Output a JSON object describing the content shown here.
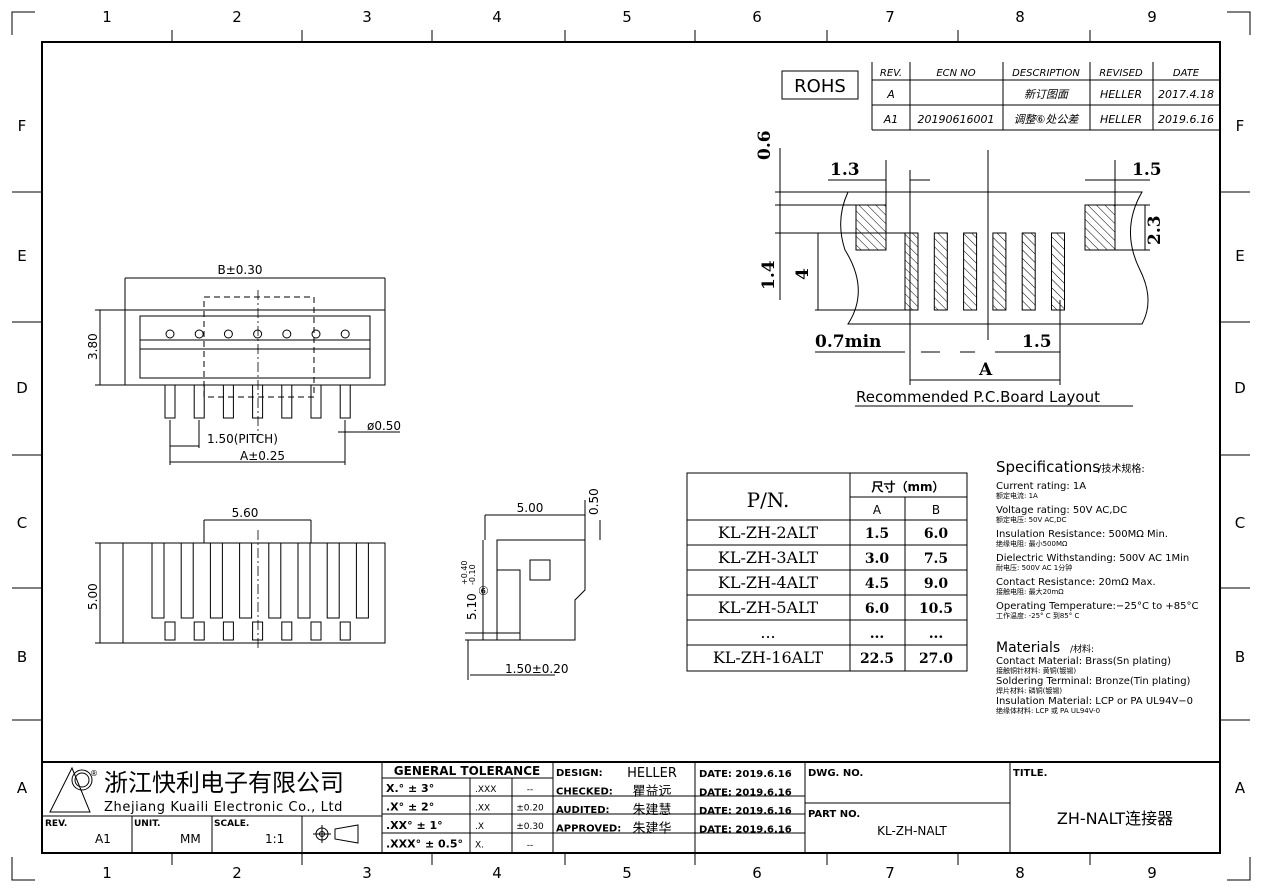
{
  "grid": {
    "columns": [
      "1",
      "2",
      "3",
      "4",
      "5",
      "6",
      "7",
      "8",
      "9"
    ],
    "rows": [
      "F",
      "E",
      "D",
      "C",
      "B",
      "A"
    ]
  },
  "rohs": "ROHS",
  "revision_table": {
    "headers": [
      "REV.",
      "ECN NO",
      "DESCRIPTION",
      "REVISED",
      "DATE"
    ],
    "rows": [
      [
        "A",
        "",
        "新订图面",
        "HELLER",
        "2017.4.18"
      ],
      [
        "A1",
        "20190616001",
        "调整⑥处公差",
        "HELLER",
        "2019.6.16"
      ]
    ]
  },
  "pcb_layout": {
    "title": "Recommended P.C.Board Layout",
    "dims": {
      "d06": "0.6",
      "d13": "1.3",
      "d15_top": "1.5",
      "d23": "2.3",
      "d14": "1.4",
      "d4": "4",
      "d07": "0.7min",
      "d15_bot": "1.5",
      "a": "A"
    }
  },
  "top_view": {
    "b": "B±0.30",
    "h": "3.80",
    "pitch": "1.50(PITCH)",
    "a": "A±0.25",
    "dia": "ø0.50"
  },
  "front_view": {
    "w": "5.60",
    "h": "5.00"
  },
  "side_view": {
    "w": "5.00",
    "t": "0.50",
    "h": "5.10",
    "tol_up": "+0.40",
    "tol_dn": "-0.10",
    "mark": "⑥",
    "foot": "1.50±0.20"
  },
  "pn_table": {
    "header_pn": "P/N.",
    "header_dim": "尺寸（mm）",
    "col_a": "A",
    "col_b": "B",
    "rows": [
      [
        "KL-ZH-2ALT",
        "1.5",
        "6.0"
      ],
      [
        "KL-ZH-3ALT",
        "3.0",
        "7.5"
      ],
      [
        "KL-ZH-4ALT",
        "4.5",
        "9.0"
      ],
      [
        "KL-ZH-5ALT",
        "6.0",
        "10.5"
      ],
      [
        "...",
        "...",
        "..."
      ],
      [
        "KL-ZH-16ALT",
        "22.5",
        "27.0"
      ]
    ]
  },
  "specifications": {
    "title": "Specifications",
    "title_cn": "/技术规格:",
    "items": [
      [
        "Current rating: 1A",
        "额定电流: 1A"
      ],
      [
        "Voltage rating: 50V AC,DC",
        "额定电压: 50V AC,DC"
      ],
      [
        "Insulation Resistance: 500MΩ Min.",
        "绝缘电阻: 最小500MΩ"
      ],
      [
        "Dielectric Withstanding:  500V AC   1Min",
        "耐电压: 500V AC  1分钟"
      ],
      [
        "Contact Resistance:  20mΩ Max.",
        "接触电阻: 最大20mΩ"
      ],
      [
        "Operating Temperature:−25°C to +85°C",
        "工作温度: -25° C 到85° C"
      ]
    ],
    "materials_title": "Materials",
    "materials_title_cn": "/材料:",
    "materials": [
      [
        "Contact Material: Brass(Sn plating)",
        "接触铜针材料: 黄铜(镀锡)"
      ],
      [
        "Soldering Terminal: Bronze(Tin plating)",
        "焊片材料: 磷铜(镀锡)"
      ],
      [
        "Insulation Material: LCP or PA UL94V−0",
        "绝缘体材料: LCP 或 PA UL94V-0"
      ]
    ]
  },
  "title_block": {
    "company_cn": "浙江快利电子有限公司",
    "company_en": "Zhejiang Kuaili Electronic Co., Ltd",
    "rev_label": "REV.",
    "rev": "A1",
    "unit_label": "UNIT.",
    "unit": "MM",
    "scale_label": "SCALE.",
    "scale": "1:1",
    "tolerance_title": "GENERAL TOLERANCE",
    "tolerance": [
      [
        "X.° ± 3°",
        ".XXX",
        "--"
      ],
      [
        ".X° ± 2°",
        ".XX",
        "±0.20"
      ],
      [
        ".XX° ± 1°",
        ".X",
        "±0.30"
      ],
      [
        ".XXX° ± 0.5°",
        "X.",
        "--"
      ]
    ],
    "signoffs": [
      [
        "DESIGN:",
        "HELLER",
        "DATE: 2019.6.16"
      ],
      [
        "CHECKED:",
        "瞿益远",
        "DATE: 2019.6.16"
      ],
      [
        "AUDITED:",
        "朱建慧",
        "DATE: 2019.6.16"
      ],
      [
        "APPROVED:",
        "朱建华",
        "DATE: 2019.6.16"
      ]
    ],
    "dwg_no_label": "DWG. NO.",
    "part_no_label": "PART NO.",
    "part_no": "KL-ZH-NALT",
    "title_label": "TITLE.",
    "title": "ZH-NALT连接器"
  }
}
